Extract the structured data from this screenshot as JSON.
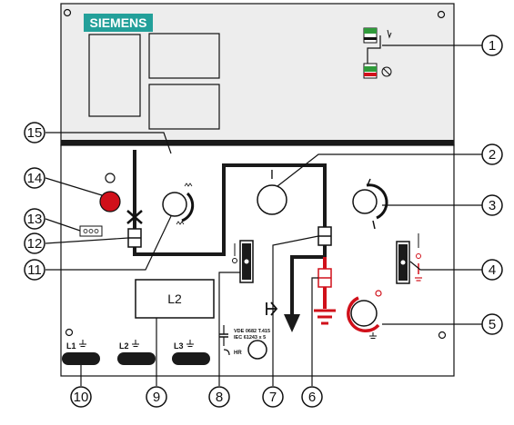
{
  "brand": {
    "logo_text": "SIEMENS",
    "color": "#23a09a"
  },
  "colors": {
    "ink": "#111111",
    "panel_bg": "#ededed",
    "busbar": "#1a1a1a",
    "earthing": "#d0101a",
    "indicator_green": "#2f9a3a"
  },
  "callouts": [
    "1",
    "2",
    "3",
    "4",
    "5",
    "6",
    "7",
    "8",
    "9",
    "10",
    "11",
    "12",
    "13",
    "14",
    "15"
  ],
  "control_labels": {
    "operating_position": "I",
    "feeder_display": "L2",
    "phase_l1": "L1",
    "phase_l2": "L2",
    "phase_l3": "L3",
    "vde_line1": "VDE 0682 T.415",
    "vde_line2": "IEC 61243 x 5",
    "hr": "HR"
  },
  "icons": [
    "earth-symbol-icon",
    "spring-charged-icon",
    "interlock-icon",
    "arrow-down-icon",
    "closed-indicator-icon",
    "earthed-indicator-icon"
  ]
}
